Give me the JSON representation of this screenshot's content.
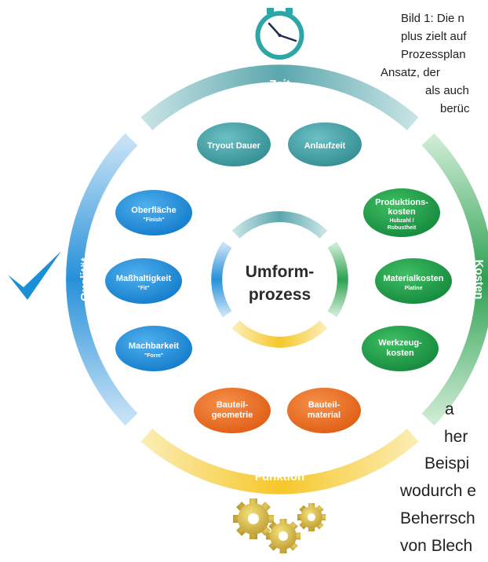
{
  "caption": {
    "lines": [
      "Bild 1: Die n",
      "plus zielt auf",
      "Prozessplan",
      "Ansatz, der",
      "als auch",
      "berüc"
    ]
  },
  "body_text": {
    "lines": [
      "a",
      "her",
      "Beispi",
      "wodurch e",
      "Beherrsch",
      "von Blech"
    ]
  },
  "diagram": {
    "center": {
      "line1": "Umform-",
      "line2": "prozess"
    },
    "rings": {
      "zeit": "Zeit",
      "kosten": "Kosten",
      "funktion": "Funktion",
      "qualitaet": "Qualität"
    },
    "nodes": {
      "tryout": {
        "title": "Tryout Dauer"
      },
      "anlaufzeit": {
        "title": "Anlaufzeit"
      },
      "oberflaeche": {
        "title": "Oberfläche",
        "sub": "\"Finish\""
      },
      "massh": {
        "title": "Maßhaltigkeit",
        "sub": "\"Fit\""
      },
      "machbarkeit": {
        "title": "Machbarkeit",
        "sub": "\"Form\""
      },
      "produktion": {
        "title1": "Produktions-",
        "title2": "kosten",
        "sub1": "Hubzahl /",
        "sub2": "Robustheit"
      },
      "material": {
        "title": "Materialkosten",
        "sub": "Platine"
      },
      "werkzeug": {
        "title1": "Werkzeug-",
        "title2": "kosten"
      },
      "geometrie": {
        "title1": "Bauteil-",
        "title2": "geometrie"
      },
      "bmaterial": {
        "title1": "Bauteil-",
        "title2": "material"
      }
    },
    "colors": {
      "teal": "#3f9ca0",
      "blue": "#1f8ddb",
      "green": "#1f9b43",
      "orange": "#ec6d1e",
      "yellow": "#f5c832",
      "check": "#1a8fd6"
    },
    "icons": [
      "clock-icon",
      "checkmark-icon",
      "gears-icon"
    ]
  }
}
